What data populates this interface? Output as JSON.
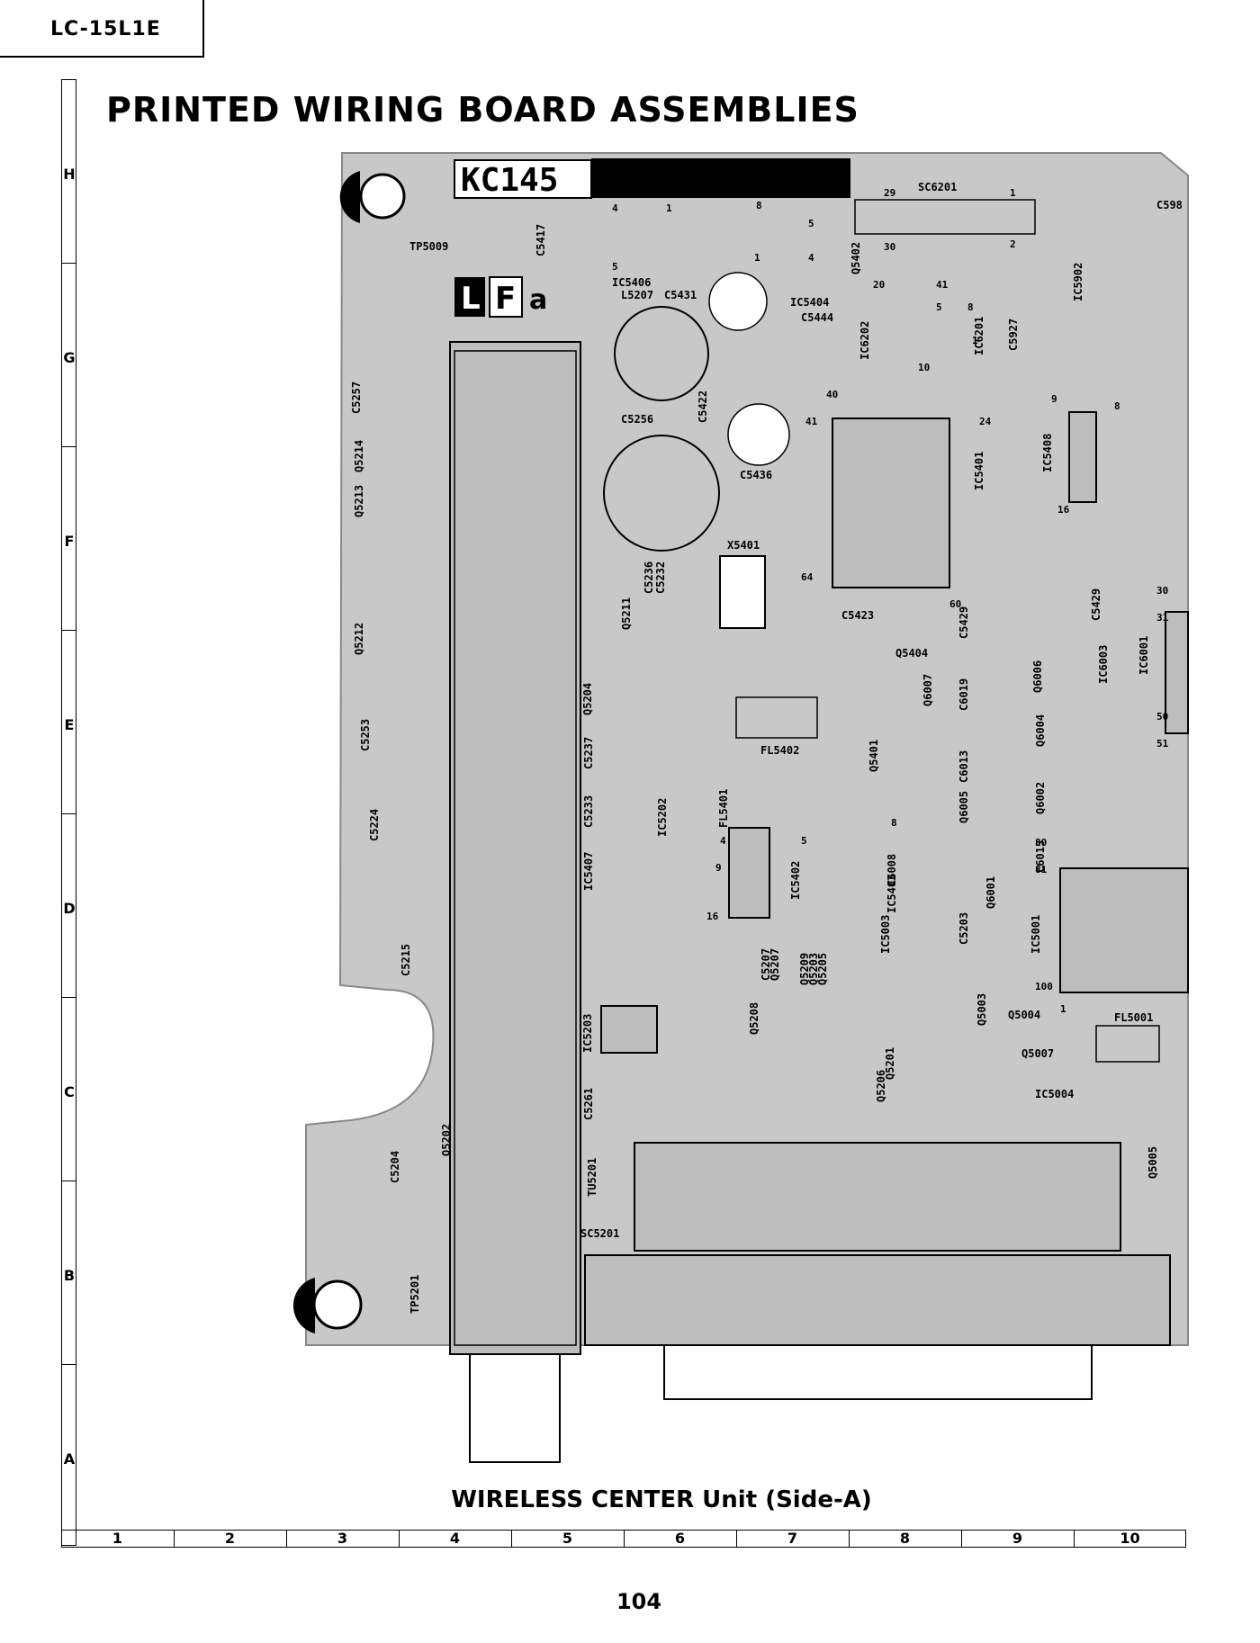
{
  "model": "LC-15L1E",
  "title": "PRINTED WIRING BOARD ASSEMBLIES",
  "caption": "WIRELESS CENTER Unit (Side-A)",
  "page_number": "104",
  "board_id": "KC145",
  "board_mark_letters": [
    "L",
    "F",
    "a"
  ],
  "grid": {
    "rows": [
      "H",
      "G",
      "F",
      "E",
      "D",
      "C",
      "B",
      "A"
    ],
    "columns": [
      "1",
      "2",
      "3",
      "4",
      "5",
      "6",
      "7",
      "8",
      "9",
      "10"
    ]
  },
  "component_labels": [
    "TP5009",
    "C5417",
    "IC5406",
    "L5207",
    "C5431",
    "IC5404",
    "C5444",
    "Q5402",
    "SC6201",
    "IC6202",
    "IC6201",
    "C5927",
    "IC5902",
    "C598",
    "C5257",
    "Q5214",
    "Q5213",
    "C5256",
    "C5422",
    "C5436",
    "IC5401",
    "IC5408",
    "X5401",
    "C5236",
    "C5232",
    "Q5211",
    "C5423",
    "C5429",
    "Q5404",
    "Q6007",
    "C6019",
    "Q6006",
    "IC6003",
    "C5429",
    "IC6001",
    "Q5212",
    "Q5204",
    "C5237",
    "FL5402",
    "Q5401",
    "C6013",
    "Q6004",
    "C5253",
    "C5233",
    "IC5202",
    "FL5401",
    "Q6005",
    "Q6002",
    "C6015",
    "C5224",
    "IC5407",
    "IC5402",
    "C6008",
    "Q6001",
    "IC5001",
    "IC5403",
    "IC5003",
    "C5207",
    "Q5207",
    "Q5209",
    "Q5203",
    "Q5205",
    "C5203",
    "C5215",
    "Q5208",
    "IC5203",
    "Q5003",
    "Q5004",
    "FL5001",
    "Q5201",
    "Q5206",
    "Q5007",
    "IC5004",
    "C5261",
    "C5204",
    "Q5202",
    "TU5201",
    "Q5005",
    "SC5201",
    "TP5201"
  ],
  "pin_labels": [
    "29",
    "1",
    "30",
    "2",
    "4",
    "1",
    "5",
    "8",
    "5",
    "1",
    "4",
    "20",
    "41",
    "5",
    "8",
    "1",
    "10",
    "40",
    "41",
    "24",
    "9",
    "8",
    "16",
    "64",
    "60",
    "30",
    "31",
    "50",
    "51",
    "80",
    "81",
    "100",
    "1",
    "4",
    "5",
    "8",
    "16",
    "9"
  ]
}
